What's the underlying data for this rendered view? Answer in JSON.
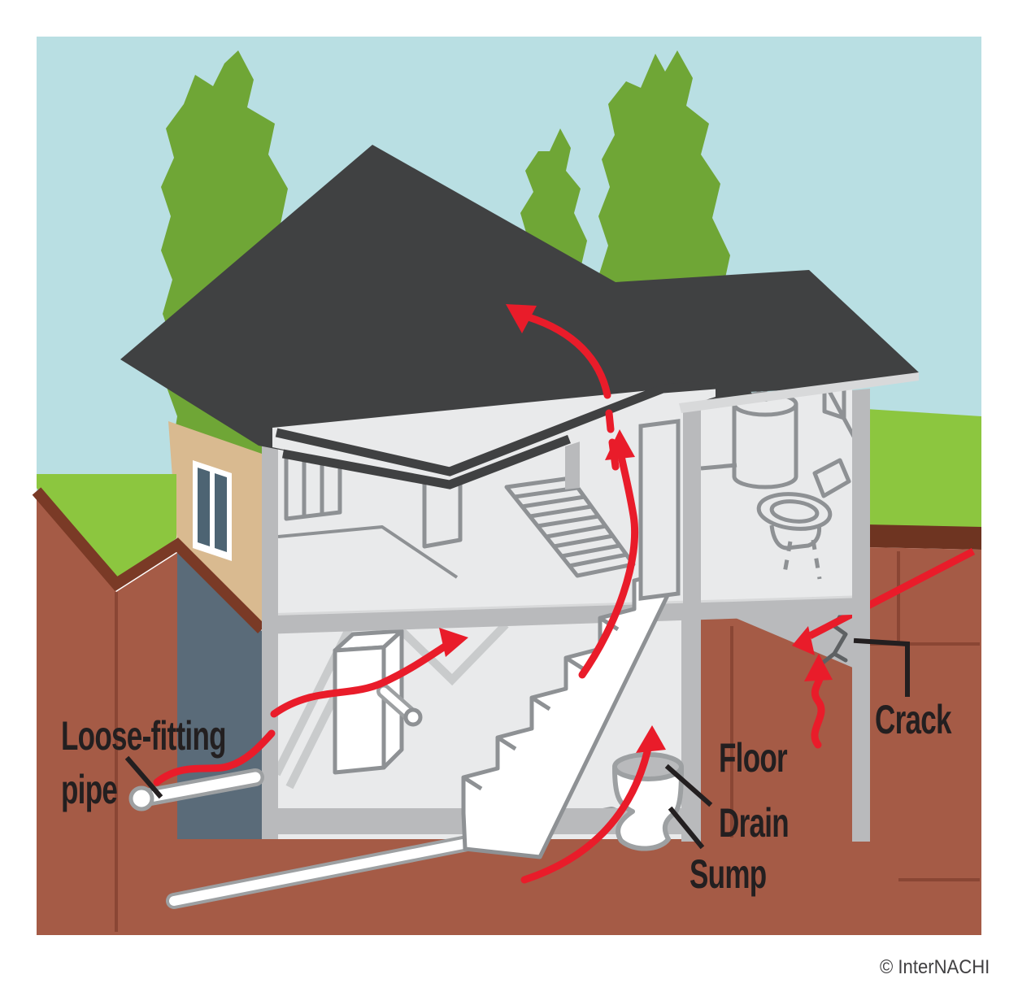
{
  "title": "House cross-section showing radon / soil-gas entry points",
  "labels": {
    "loose_fitting_pipe_line1": "Loose-fitting",
    "loose_fitting_pipe_line2": "pipe",
    "floor_drain_line1": "Floor",
    "floor_drain_line2": "Drain",
    "sump": "Sump",
    "crack": "Crack"
  },
  "copyright": "© InterNACHI",
  "palette": {
    "sky": "#b9dfe3",
    "tree": "#6fa636",
    "grass": "#8cc63f",
    "soil": "#a55b46",
    "soil_dark": "#7a3a26",
    "soil_band": "#6e3421",
    "soil_seam": "#8a4634",
    "roof": "#404142",
    "interior": "#e9eaeb",
    "wall_gray": "#b9babc",
    "fascia": "#d8d9da",
    "outline": "#8e9194",
    "pipe_outline": "#9da0a2",
    "beige": "#d9ba90",
    "window_pane": "#4d6473",
    "slate": "#5a6b79",
    "arrow": "#e91c2a",
    "white": "#ffffff",
    "crack_gray": "#5e6163",
    "text": "#231f20",
    "copyright": "#414042"
  }
}
